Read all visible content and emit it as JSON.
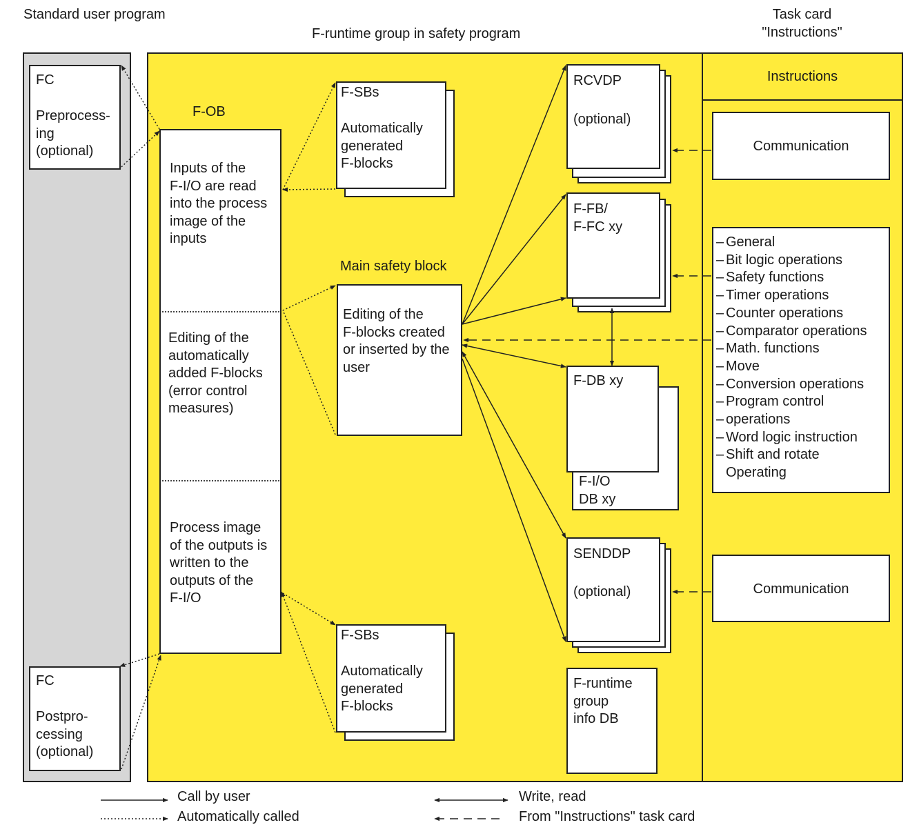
{
  "headers": {
    "standard_program": "Standard user program",
    "runtime_group": "F-runtime group in safety program",
    "task_card": "Task card\n\"Instructions\""
  },
  "fc_pre": {
    "title": "FC",
    "text": "Preprocess-\ning\n(optional)"
  },
  "fc_post": {
    "title": "FC",
    "text": "Postpro-\ncessing\n(optional)"
  },
  "fob": {
    "label": "F-OB",
    "section1": "Inputs of the\nF-I/O are read\ninto the process\nimage of the\ninputs",
    "section2": "Editing of the\nautomatically\nadded F-blocks\n(error control\nmeasures)",
    "section3": "Process image\nof the outputs is\nwritten to the\noutputs of the\nF-I/O"
  },
  "fsb_top": {
    "title": "F-SBs",
    "text": "Automatically\ngenerated\nF-blocks"
  },
  "fsb_bottom": {
    "title": "F-SBs",
    "text": "Automatically\ngenerated\nF-blocks"
  },
  "main_block": {
    "label": "Main safety block",
    "text": "Editing of the\nF-blocks created\nor inserted by the\nuser"
  },
  "rcvdp": {
    "title": "RCVDP",
    "text": "(optional)"
  },
  "ffb": {
    "title": "F-FB/\nF-FC xy"
  },
  "fdb": {
    "title": "F-DB xy",
    "back": "F-I/O\nDB xy"
  },
  "senddp": {
    "title": "SENDDP",
    "text": "(optional)"
  },
  "info_db": {
    "text": "F-runtime\ngroup\ninfo DB"
  },
  "instructions": {
    "header": "Instructions",
    "communication_top": "Communication",
    "communication_bottom": "Communication",
    "list": [
      {
        "text": "General",
        "dash": true
      },
      {
        "text": "Bit logic operations",
        "dash": true
      },
      {
        "text": "Safety functions",
        "dash": true
      },
      {
        "text": "Timer operations",
        "dash": true
      },
      {
        "text": "Counter operations",
        "dash": true
      },
      {
        "text": "Comparator operations",
        "dash": true
      },
      {
        "text": "Math. functions",
        "dash": true
      },
      {
        "text": "Move",
        "dash": true
      },
      {
        "text": "Conversion operations",
        "dash": true
      },
      {
        "text": "Program control",
        "dash": true
      },
      {
        "text": "operations",
        "dash": true
      },
      {
        "text": "Word logic instruction",
        "dash": true
      },
      {
        "text": "Shift and rotate",
        "dash": true
      },
      {
        "text": "Operating",
        "dash": false
      }
    ]
  },
  "legend": {
    "call_by_user": "Call by user",
    "auto_called": "Automatically called",
    "write_read": "Write, read",
    "from_task_card": "From \"Instructions\" task card"
  },
  "colors": {
    "region_yellow": "#ffeb3b",
    "region_gray": "#d6d6d6",
    "line": "#222222"
  }
}
